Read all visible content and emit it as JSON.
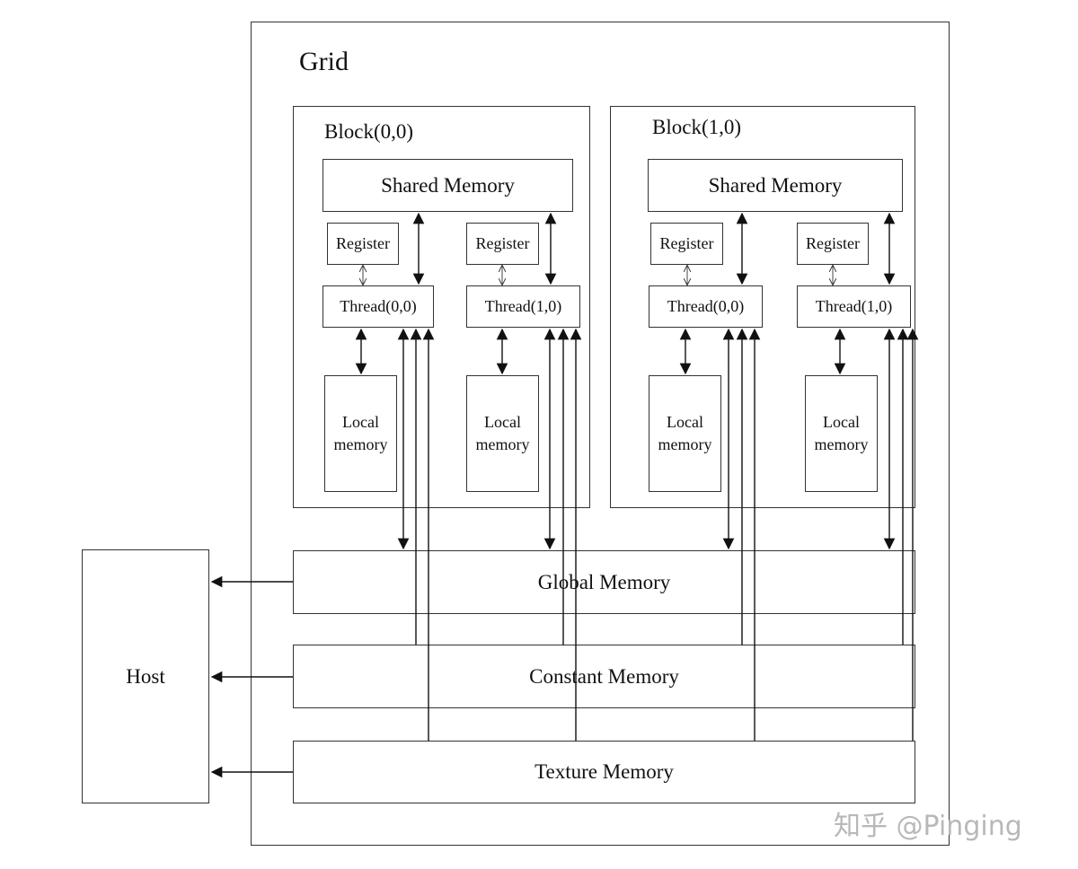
{
  "grid": {
    "label": "Grid"
  },
  "blocks": [
    {
      "label": "Block(0,0)",
      "shared_memory": "Shared Memory",
      "threads": [
        {
          "register": "Register",
          "thread": "Thread(0,0)",
          "local_memory": "Local\nmemory"
        },
        {
          "register": "Register",
          "thread": "Thread(1,0)",
          "local_memory": "Local\nmemory"
        }
      ]
    },
    {
      "label": "Block(1,0)",
      "shared_memory": "Shared Memory",
      "threads": [
        {
          "register": "Register",
          "thread": "Thread(0,0)",
          "local_memory": "Local\nmemory"
        },
        {
          "register": "Register",
          "thread": "Thread(1,0)",
          "local_memory": "Local\nmemory"
        }
      ]
    }
  ],
  "memories": {
    "global": "Global Memory",
    "constant": "Constant Memory",
    "texture": "Texture Memory"
  },
  "host": {
    "label": "Host"
  },
  "watermark": "知乎 @Pinging"
}
